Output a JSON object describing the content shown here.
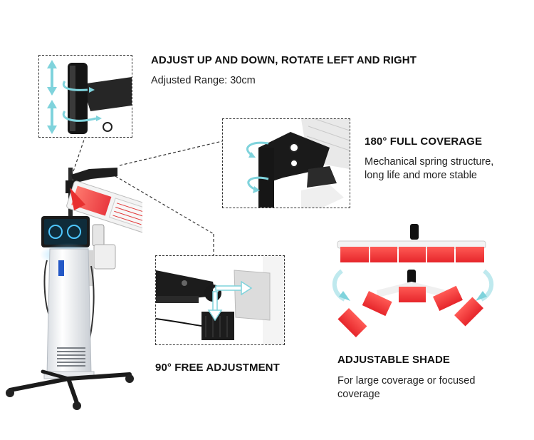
{
  "features": {
    "rotate": {
      "title": "ADJUST UP AND DOWN, ROTATE LEFT AND RIGHT",
      "description": "Adjusted Range: 30cm"
    },
    "coverage": {
      "title": "180° FULL COVERAGE",
      "description_lines": [
        "Mechanical spring structure,",
        "long life and more stable"
      ]
    },
    "shade": {
      "title": "ADJUSTABLE SHADE",
      "description_lines": [
        "For large coverage or focused",
        "coverage"
      ]
    },
    "free_adjust": {
      "title": "90° FREE ADJUSTMENT"
    }
  },
  "colors": {
    "accent_arrow": "#7fd3dc",
    "panel_red": "#f0373a",
    "frame_dark": "#1b1b1b",
    "device_white": "#f2f4f6"
  },
  "icons": [
    "rotate-arrow-icon",
    "curved-arrow-icon",
    "direction-arrow-icon"
  ]
}
